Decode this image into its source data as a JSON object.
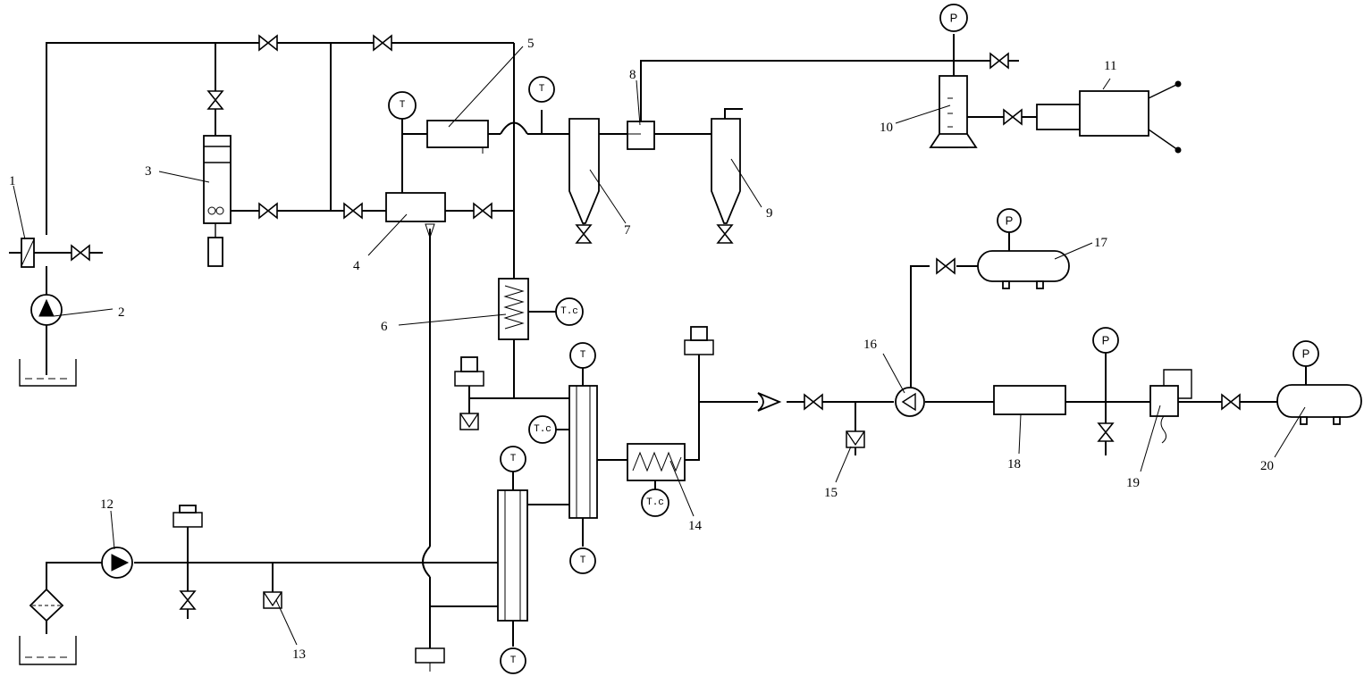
{
  "diagram": {
    "labels": {
      "l1": "1",
      "l2": "2",
      "l3": "3",
      "l4": "4",
      "l5": "5",
      "l6": "6",
      "l7": "7",
      "l8": "8",
      "l9": "9",
      "l10": "10",
      "l11": "11",
      "l12": "12",
      "l13": "13",
      "l14": "14",
      "l15": "15",
      "l16": "16",
      "l17": "17",
      "l18": "18",
      "l19": "19",
      "l20": "20"
    },
    "gauge_text": {
      "pressure": "P",
      "temperature": "T",
      "thermocouple": "T.c"
    }
  }
}
